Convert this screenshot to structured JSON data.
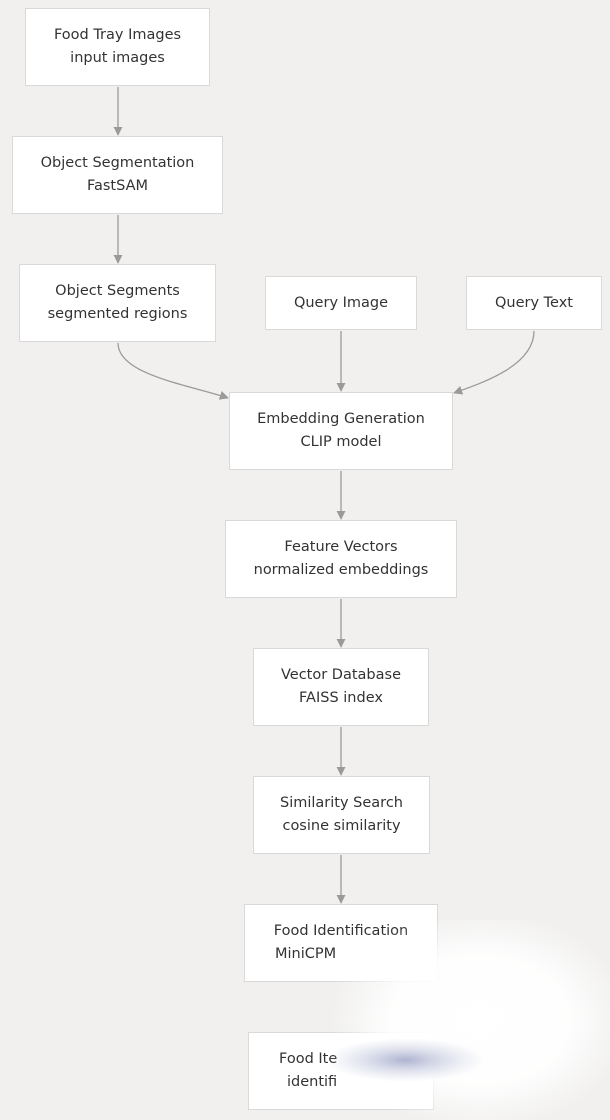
{
  "nodes": {
    "food_tray_images": {
      "line1": "Food Tray Images",
      "line2": "input images"
    },
    "object_segmentation": {
      "line1": "Object Segmentation",
      "line2": "FastSAM"
    },
    "object_segments": {
      "line1": "Object Segments",
      "line2": "segmented regions"
    },
    "query_image": {
      "line1": "Query Image"
    },
    "query_text": {
      "line1": "Query Text"
    },
    "embedding_generation": {
      "line1": "Embedding Generation",
      "line2": "CLIP model"
    },
    "feature_vectors": {
      "line1": "Feature Vectors",
      "line2": "normalized embeddings"
    },
    "vector_database": {
      "line1": "Vector Database",
      "line2": "FAISS index"
    },
    "similarity_search": {
      "line1": "Similarity Search",
      "line2": "cosine similarity"
    },
    "food_identification": {
      "line1": "Food Identification",
      "line2": "MiniCPM"
    },
    "food_items": {
      "line1": "Food Ite",
      "line2": "identifi"
    }
  },
  "colors": {
    "background": "#f1f0ef",
    "node_fill": "#ffffff",
    "node_border": "#d9d9d9",
    "edge": "#9a9a9a",
    "text": "#333333"
  }
}
